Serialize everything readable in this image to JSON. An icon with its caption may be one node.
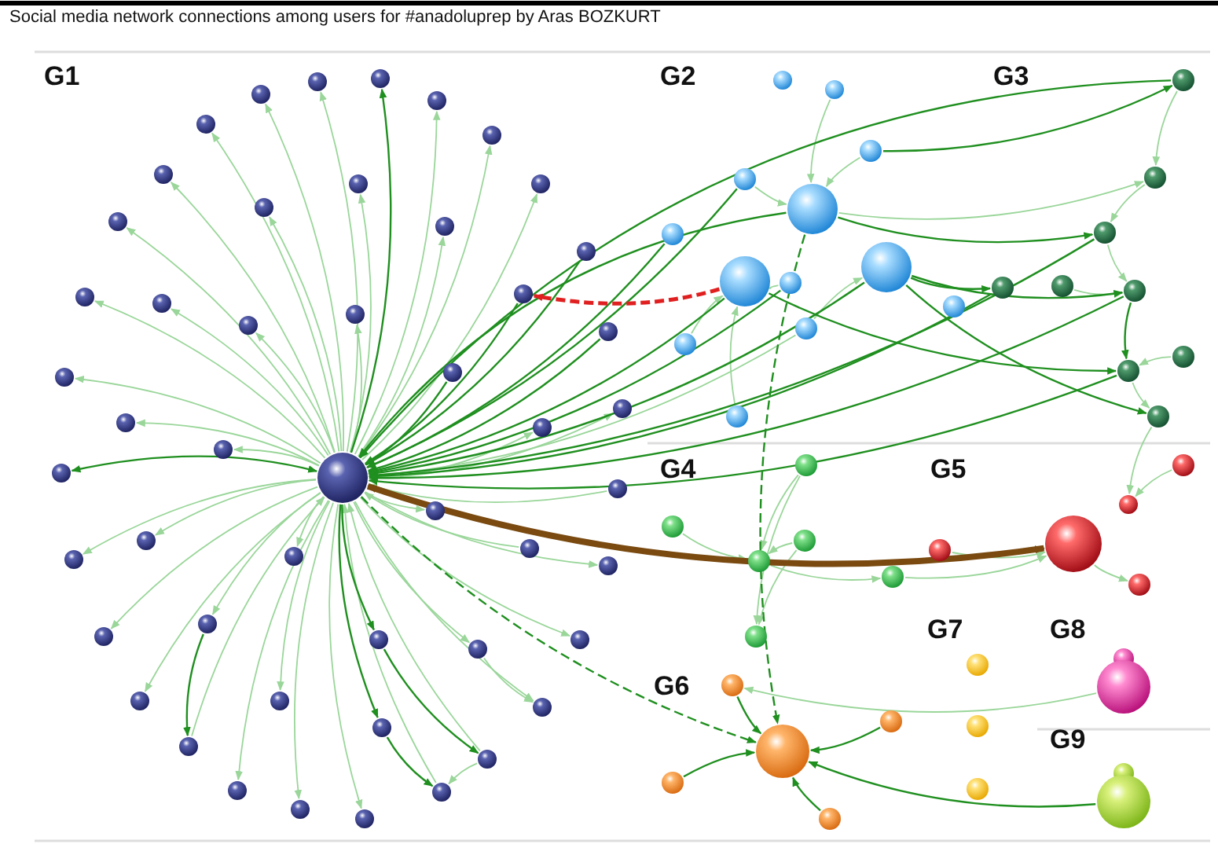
{
  "diagram": {
    "title": "Social media network connections among users for #anadoluprep by Aras BOZKURT",
    "nodes": [
      {
        "text": [],
        "shape": "circle"
      },
      {
        "text": [],
        "shape": "circle"
      },
      {
        "text": [],
        "shape": "circle"
      },
      {
        "text": [],
        "shape": "circle"
      },
      {
        "text": [],
        "shape": "circle"
      },
      {
        "text": [],
        "shape": "circle"
      },
      {
        "text": [],
        "shape": "circle"
      },
      {
        "text": [],
        "shape": "circle"
      },
      {
        "text": [],
        "shape": "circle"
      },
      {
        "text": [],
        "shape": "circle"
      },
      {
        "text": [],
        "shape": "circle"
      },
      {
        "text": [],
        "shape": "circle"
      },
      {
        "text": [],
        "shape": "circle"
      },
      {
        "text": [],
        "shape": "circle"
      },
      {
        "text": [],
        "shape": "circle"
      },
      {
        "text": [],
        "shape": "circle"
      },
      {
        "text": [],
        "shape": "circle"
      },
      {
        "text": [],
        "shape": "circle"
      },
      {
        "text": [],
        "shape": "circle"
      },
      {
        "text": [],
        "shape": "circle"
      },
      {
        "text": [],
        "shape": "circle"
      },
      {
        "text": [],
        "shape": "circle"
      },
      {
        "text": [],
        "shape": "circle"
      },
      {
        "text": [],
        "shape": "circle"
      },
      {
        "text": [],
        "shape": "circle"
      },
      {
        "text": [],
        "shape": "circle"
      },
      {
        "text": [],
        "shape": "circle"
      },
      {
        "text": [],
        "shape": "circle"
      },
      {
        "text": [],
        "shape": "circle"
      },
      {
        "text": [],
        "shape": "circle"
      },
      {
        "text": [],
        "shape": "circle"
      },
      {
        "text": [],
        "shape": "circle"
      },
      {
        "text": [],
        "shape": "circle"
      },
      {
        "text": [],
        "shape": "circle"
      },
      {
        "text": [],
        "shape": "circle"
      },
      {
        "text": [],
        "shape": "circle"
      },
      {
        "text": [],
        "shape": "circle"
      },
      {
        "text": [],
        "shape": "circle"
      },
      {
        "text": [],
        "shape": "circle"
      },
      {
        "text": [],
        "shape": "circle"
      },
      {
        "text": [],
        "shape": "circle"
      },
      {
        "text": [],
        "shape": "circle"
      },
      {
        "text": [],
        "shape": "circle"
      },
      {
        "text": [],
        "shape": "circle"
      },
      {
        "text": [],
        "shape": "circle"
      },
      {
        "text": [],
        "shape": "circle"
      },
      {
        "text": [],
        "shape": "circle"
      },
      {
        "text": [],
        "shape": "circle"
      },
      {
        "text": [],
        "shape": "circle"
      },
      {
        "text": [],
        "shape": "circle"
      },
      {
        "text": [],
        "shape": "circle"
      },
      {
        "text": [],
        "shape": "circle"
      },
      {
        "text": [],
        "shape": "circle"
      },
      {
        "text": [],
        "shape": "circle"
      },
      {
        "text": [],
        "shape": "circle"
      },
      {
        "text": [],
        "shape": "circle"
      },
      {
        "text": [],
        "shape": "circle"
      },
      {
        "text": [],
        "shape": "circle"
      },
      {
        "text": [],
        "shape": "circle"
      },
      {
        "text": [],
        "shape": "circle"
      },
      {
        "text": [],
        "shape": "circle"
      },
      {
        "text": [],
        "shape": "circle"
      },
      {
        "text": [],
        "shape": "circle"
      },
      {
        "text": [],
        "shape": "circle"
      },
      {
        "text": [],
        "shape": "circle"
      },
      {
        "text": [],
        "shape": "circle"
      },
      {
        "text": [],
        "shape": "circle"
      },
      {
        "text": [],
        "shape": "circle"
      },
      {
        "text": [],
        "shape": "circle"
      },
      {
        "text": [],
        "shape": "circle"
      },
      {
        "text": [],
        "shape": "circle"
      },
      {
        "text": [],
        "shape": "circle"
      },
      {
        "text": [],
        "shape": "circle"
      },
      {
        "text": [],
        "shape": "circle"
      },
      {
        "text": [],
        "shape": "circle"
      },
      {
        "text": [],
        "shape": "circle"
      },
      {
        "text": [],
        "shape": "circle"
      },
      {
        "text": [],
        "shape": "circle"
      },
      {
        "text": [],
        "shape": "circle"
      },
      {
        "text": [],
        "shape": "circle"
      },
      {
        "text": [],
        "shape": "circle"
      },
      {
        "text": [],
        "shape": "circle"
      },
      {
        "text": [],
        "shape": "circle"
      },
      {
        "text": [],
        "shape": "circle"
      },
      {
        "text": [],
        "shape": "circle"
      },
      {
        "text": [],
        "shape": "circle"
      },
      {
        "text": [],
        "shape": "circle"
      },
      {
        "text": [],
        "shape": "circle"
      },
      {
        "text": [],
        "shape": "circle"
      },
      {
        "text": [],
        "shape": "circle"
      },
      {
        "text": [],
        "shape": "circle"
      },
      {
        "text": [],
        "shape": "circle"
      }
    ],
    "edges": [
      {
        "from": 0,
        "to": 1,
        "arrow": "to"
      },
      {
        "from": 0,
        "to": 2,
        "arrow": "to"
      },
      {
        "from": 0,
        "to": 3,
        "arrow": "to",
        "color": "#1f8f1f"
      },
      {
        "from": 0,
        "to": 4,
        "arrow": "to"
      },
      {
        "from": 0,
        "to": 5,
        "arrow": "to"
      },
      {
        "from": 0,
        "to": 6,
        "arrow": "to"
      },
      {
        "from": 0,
        "to": 7,
        "arrow": "to"
      },
      {
        "from": 0,
        "to": 8,
        "arrow": "to"
      },
      {
        "from": 0,
        "to": 9,
        "arrow": "to"
      },
      {
        "from": 0,
        "to": 10,
        "arrow": "to"
      },
      {
        "from": 0,
        "to": 11,
        "arrow": "to"
      },
      {
        "from": 0,
        "to": 12,
        "arrow": "to"
      },
      {
        "from": 13,
        "to": 0,
        "arrow": "to",
        "color": "#1f8f1f"
      },
      {
        "from": 14,
        "to": 0,
        "arrow": "to",
        "color": "#1f8f1f"
      },
      {
        "from": 0,
        "to": 15,
        "arrow": "to"
      },
      {
        "from": 0,
        "to": 16,
        "arrow": "to"
      },
      {
        "from": 0,
        "to": 17,
        "arrow": "to"
      },
      {
        "from": 0,
        "to": 18,
        "arrow": "to"
      },
      {
        "from": 19,
        "to": 0,
        "arrow": "to",
        "color": "#1f8f1f"
      },
      {
        "from": 20,
        "to": 0,
        "arrow": "to",
        "color": "#1f8f1f"
      },
      {
        "from": 0,
        "to": 21,
        "arrow": "to"
      },
      {
        "from": 0,
        "to": 22,
        "arrow": "to"
      },
      {
        "from": 0,
        "to": 23,
        "arrow": "to"
      },
      {
        "from": 24,
        "to": 0,
        "arrow": "both",
        "color": "#1f8f1f"
      },
      {
        "from": 0,
        "to": 25,
        "arrow": "to"
      },
      {
        "from": 0,
        "to": 26,
        "arrow": "to"
      },
      {
        "from": 27,
        "to": 0,
        "arrow": "to"
      },
      {
        "from": 0,
        "to": 28,
        "arrow": "to"
      },
      {
        "from": 29,
        "to": 0,
        "arrow": "to"
      },
      {
        "from": 0,
        "to": 30,
        "arrow": "to"
      },
      {
        "from": 0,
        "to": 31,
        "arrow": "to"
      },
      {
        "from": 0,
        "to": 32,
        "arrow": "to"
      },
      {
        "from": 0,
        "to": 33,
        "arrow": "to"
      },
      {
        "from": 0,
        "to": 34,
        "arrow": "to"
      },
      {
        "from": 0,
        "to": 35,
        "arrow": "to"
      },
      {
        "from": 0,
        "to": 36,
        "arrow": "to",
        "color": "#1f8f1f"
      },
      {
        "from": 0,
        "to": 37,
        "arrow": "to"
      },
      {
        "from": 0,
        "to": 38,
        "arrow": "to"
      },
      {
        "from": 0,
        "to": 39,
        "arrow": "to"
      },
      {
        "from": 0,
        "to": 40,
        "arrow": "to"
      },
      {
        "from": 0,
        "to": 41,
        "arrow": "to"
      },
      {
        "from": 42,
        "to": 0,
        "arrow": "to"
      },
      {
        "from": 0,
        "to": 43,
        "arrow": "to",
        "color": "#1f8f1f"
      },
      {
        "from": 44,
        "to": 0,
        "arrow": "to"
      },
      {
        "from": 0,
        "to": 45,
        "arrow": "to"
      },
      {
        "from": 0,
        "to": 46,
        "arrow": "to"
      },
      {
        "from": 0,
        "to": 47,
        "arrow": "to"
      },
      {
        "from": 48,
        "to": 0,
        "arrow": "to"
      },
      {
        "from": 35,
        "to": 42,
        "arrow": "to",
        "color": "#1f8f1f"
      },
      {
        "from": 36,
        "to": 44,
        "arrow": "to",
        "color": "#1f8f1f"
      },
      {
        "from": 43,
        "to": 48,
        "arrow": "to",
        "color": "#1f8f1f"
      },
      {
        "from": 44,
        "to": 48,
        "arrow": "to"
      },
      {
        "from": 37,
        "to": 41,
        "arrow": "to"
      },
      {
        "from": 53,
        "to": 0,
        "arrow": "to",
        "color": "#1f8f1f"
      },
      {
        "from": 55,
        "to": 0,
        "arrow": "to",
        "color": "#1f8f1f"
      },
      {
        "from": 56,
        "to": 0,
        "arrow": "to",
        "color": "#1f8f1f"
      },
      {
        "from": 52,
        "to": 0,
        "arrow": "to",
        "color": "#1f8f1f"
      },
      {
        "from": 54,
        "to": 0,
        "arrow": "to",
        "color": "#1f8f1f"
      },
      {
        "from": 57,
        "to": 0,
        "arrow": "to",
        "color": "#1f8f1f"
      },
      {
        "from": 59,
        "to": 0,
        "arrow": "to"
      },
      {
        "from": 62,
        "to": 0,
        "arrow": "to",
        "color": "#1f8f1f"
      },
      {
        "from": 64,
        "to": 0,
        "arrow": "to",
        "color": "#1f8f1f"
      },
      {
        "from": 67,
        "to": 0,
        "arrow": "to",
        "color": "#1f8f1f"
      },
      {
        "from": 69,
        "to": 0,
        "arrow": "to",
        "color": "#1f8f1f"
      },
      {
        "from": 65,
        "to": 0,
        "arrow": "to",
        "color": "#1f8f1f"
      },
      {
        "from": 55,
        "to": 14,
        "arrow": "to",
        "style": "dashed",
        "color": "#e02020"
      },
      {
        "from": 80,
        "to": 0,
        "arrow": "both",
        "style": "thick",
        "color": "#7a4a10"
      },
      {
        "from": 0,
        "to": 80,
        "arrow": "to",
        "style": "dashed",
        "color": "#7a4a10"
      },
      {
        "from": 50,
        "to": 53,
        "arrow": "to"
      },
      {
        "from": 51,
        "to": 53,
        "arrow": "to"
      },
      {
        "from": 52,
        "to": 53,
        "arrow": "to"
      },
      {
        "from": 57,
        "to": 55,
        "arrow": "to"
      },
      {
        "from": 59,
        "to": 56,
        "arrow": "to"
      },
      {
        "from": 60,
        "to": 55,
        "arrow": "to"
      },
      {
        "from": 61,
        "to": 55,
        "arrow": "to"
      },
      {
        "from": 53,
        "to": 63,
        "arrow": "to"
      },
      {
        "from": 53,
        "to": 64,
        "arrow": "to",
        "color": "#1f8f1f"
      },
      {
        "from": 56,
        "to": 65,
        "arrow": "to",
        "color": "#1f8f1f"
      },
      {
        "from": 56,
        "to": 67,
        "arrow": "to",
        "color": "#1f8f1f"
      },
      {
        "from": 55,
        "to": 69,
        "arrow": "to",
        "color": "#1f8f1f"
      },
      {
        "from": 56,
        "to": 70,
        "arrow": "to",
        "color": "#1f8f1f"
      },
      {
        "from": 51,
        "to": 62,
        "arrow": "to",
        "color": "#1f8f1f"
      },
      {
        "from": 62,
        "to": 63,
        "arrow": "to"
      },
      {
        "from": 63,
        "to": 64,
        "arrow": "to"
      },
      {
        "from": 64,
        "to": 67,
        "arrow": "to"
      },
      {
        "from": 67,
        "to": 69,
        "arrow": "to",
        "color": "#1f8f1f"
      },
      {
        "from": 68,
        "to": 69,
        "arrow": "to"
      },
      {
        "from": 69,
        "to": 70,
        "arrow": "to"
      },
      {
        "from": 66,
        "to": 67,
        "arrow": "to"
      },
      {
        "from": 71,
        "to": 74,
        "arrow": "to"
      },
      {
        "from": 72,
        "to": 74,
        "arrow": "to"
      },
      {
        "from": 73,
        "to": 74,
        "arrow": "to"
      },
      {
        "from": 74,
        "to": 75,
        "arrow": "to"
      },
      {
        "from": 71,
        "to": 76,
        "arrow": "to"
      },
      {
        "from": 73,
        "to": 76,
        "arrow": "to"
      },
      {
        "from": 79,
        "to": 80,
        "arrow": "to"
      },
      {
        "from": 77,
        "to": 78,
        "arrow": "to"
      },
      {
        "from": 80,
        "to": 81,
        "arrow": "to"
      },
      {
        "from": 75,
        "to": 80,
        "arrow": "to"
      },
      {
        "from": 70,
        "to": 78,
        "arrow": "to"
      },
      {
        "from": 85,
        "to": 83,
        "arrow": "to",
        "color": "#1f8f1f"
      },
      {
        "from": 82,
        "to": 83,
        "arrow": "to",
        "color": "#1f8f1f"
      },
      {
        "from": 84,
        "to": 83,
        "arrow": "to",
        "color": "#1f8f1f"
      },
      {
        "from": 86,
        "to": 83,
        "arrow": "to",
        "color": "#1f8f1f"
      },
      {
        "from": 53,
        "to": 83,
        "arrow": "to",
        "style": "dashed",
        "color": "#1f8f1f"
      },
      {
        "from": 0,
        "to": 83,
        "arrow": "to",
        "style": "dashed",
        "color": "#1f8f1f"
      },
      {
        "from": 90,
        "to": 82,
        "arrow": "to"
      },
      {
        "from": 91,
        "to": 83,
        "arrow": "to",
        "color": "#1f8f1f"
      }
    ],
    "labels": [
      "G1",
      "G2",
      "G3",
      "G4",
      "G5",
      "G6",
      "G7",
      "G8",
      "G9"
    ]
  }
}
